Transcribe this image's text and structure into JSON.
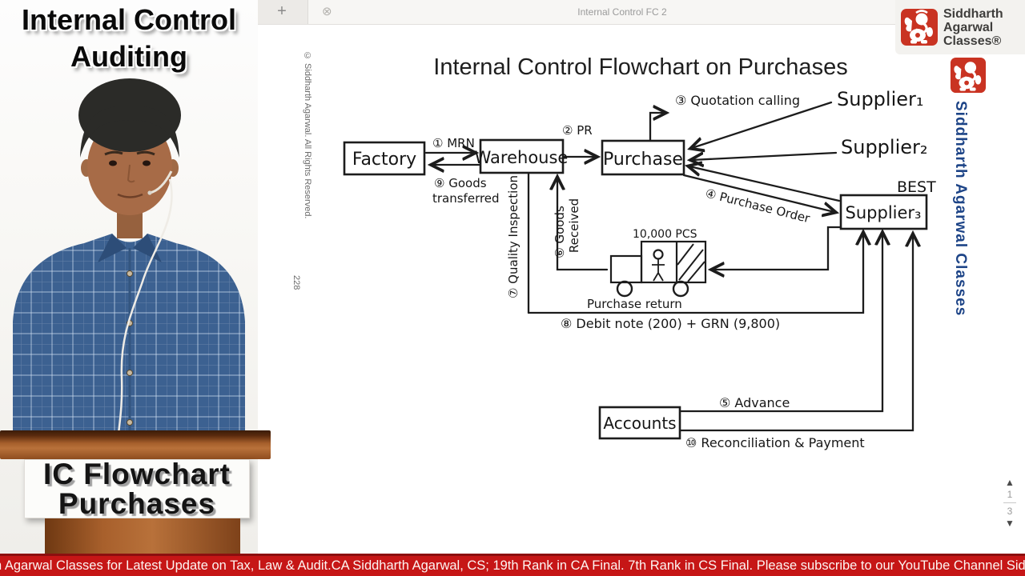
{
  "video_overlay": {
    "title_line1": "Internal Control",
    "title_line2": "Auditing",
    "podium_sign_line1": "IC Flowchart",
    "podium_sign_line2": "Purchases"
  },
  "tab_bar": {
    "new_tab_icon": "+",
    "close_tab_icon": "⊗",
    "tab_title": "Internal Control FC 2"
  },
  "branding": {
    "logo_line1": "Siddharth",
    "logo_line2": "Agarwal",
    "logo_line3": "Classes®",
    "vertical_text": "Siddharth Agarwal Classes"
  },
  "page": {
    "copyright_vertical": "© Siddharth Agarwal. All Rights Reserved.",
    "page_number": "228",
    "title": "Internal Control Flowchart on Purchases"
  },
  "flowchart": {
    "nodes": {
      "factory": "Factory",
      "warehouse": "Warehouse",
      "purchase": "Purchase",
      "supplier1": "Supplier₁",
      "supplier2": "Supplier₂",
      "supplier3": "Supplier₃",
      "supplier3_tag": "BEST",
      "accounts": "Accounts"
    },
    "labels": {
      "mrn": "① MRN",
      "goods_transferred": [
        "⑨ Goods",
        "transferred"
      ],
      "pr": "② PR",
      "quotation": "③ Quotation calling",
      "purchase_order": "④ Purchase Order",
      "advance": "⑤ Advance",
      "goods_received_col1": "⑥ Goods",
      "goods_received_col2": "Received",
      "quality_inspection": "⑦ Quality Inspection",
      "purchase_return": "Purchase return",
      "debit_note": "⑧ Debit note (200)  +  GRN (9,800)",
      "reconciliation": "⑩ Reconciliation & Payment",
      "truck_qty": "10,000 PCS"
    }
  },
  "pager": {
    "up_icon": "▲",
    "current_page": "1",
    "total_pages": "3",
    "down_icon": "▼"
  },
  "ticker": {
    "text": "h Agarwal Classes for Latest Update on Tax, Law & Audit.CA Siddharth Agarwal, CS; 19th Rank in CA Final. 7th Rank in CS Final. Please subscribe to our YouTube Channel Siddhart"
  },
  "colors": {
    "brand_red": "#c93322",
    "ticker_red": "#c61616",
    "brand_blue": "#1d4487",
    "ink": "#1c1c1c"
  }
}
